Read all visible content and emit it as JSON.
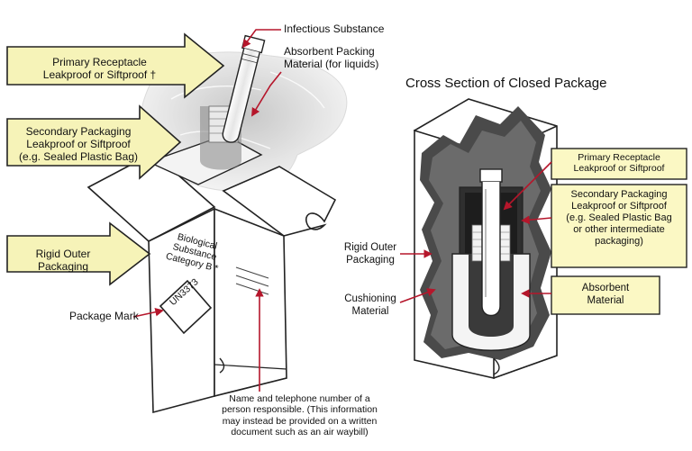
{
  "right_title": "Cross Section of Closed Package",
  "left": {
    "arrow_primary": [
      "Primary Receptacle",
      "Leakproof or Siftproof †"
    ],
    "arrow_secondary": [
      "Secondary Packaging",
      "Leakproof or Siftproof",
      "(e.g. Sealed Plastic Bag)"
    ],
    "arrow_rigid": [
      "Rigid Outer Packaging"
    ],
    "infectious": "Infectious Substance",
    "absorbent": [
      "Absorbent Packing",
      "Material (for liquids)"
    ],
    "box_label": [
      "Biological",
      "Substance",
      "Category B *"
    ],
    "un_mark": "UN3373",
    "package_mark": "Package Mark",
    "responsible": [
      "Name and telephone number of a",
      "person responsible. (This information",
      "may instead be provided on a written",
      "document such as an air waybill)"
    ]
  },
  "right": {
    "primary": [
      "Primary Receptacle",
      "Leakproof or Siftproof"
    ],
    "secondary": [
      "Secondary Packaging",
      "Leakproof or Siftproof",
      "(e.g. Sealed Plastic Bag",
      "or other intermediate",
      "packaging)"
    ],
    "rigid": [
      "Rigid Outer",
      "Packaging"
    ],
    "cushioning": [
      "Cushioning",
      "Material"
    ],
    "absorbent": [
      "Absorbent",
      "Material"
    ]
  },
  "colors": {
    "arrow_fill": "#f6f3b8",
    "box_fill": "#fbf8c4",
    "pointer": "#b5162b",
    "dark_gray": "#3c3c3c",
    "mid_gray": "#8c8c8c",
    "light_gray": "#d8d8d8"
  }
}
